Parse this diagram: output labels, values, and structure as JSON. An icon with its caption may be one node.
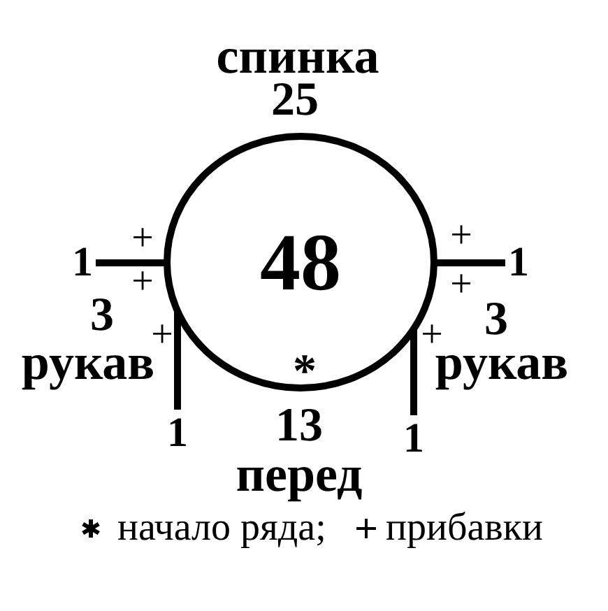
{
  "diagram": {
    "nodes": [
      {
        "text": [
          "48"
        ]
      },
      {
        "text": [
          "1"
        ]
      },
      {
        "text": [
          "1"
        ]
      },
      {
        "text": [
          "1"
        ]
      },
      {
        "text": [
          "1"
        ]
      }
    ],
    "edges": [
      {
        "from": 1,
        "to": 0,
        "arrow": "none"
      },
      {
        "from": 2,
        "to": 0,
        "arrow": "none"
      },
      {
        "from": 3,
        "to": 0,
        "arrow": "none"
      },
      {
        "from": 4,
        "to": 0,
        "arrow": "none"
      }
    ],
    "labels": [
      "спинка",
      "25",
      "+",
      "+",
      "+",
      "+",
      "3",
      "3",
      "+",
      "+",
      "рукав",
      "рукав",
      "*",
      "13",
      "перед"
    ],
    "legend": [
      {
        "text": "начало ряда;"
      },
      {
        "text": "прибавки"
      }
    ]
  }
}
